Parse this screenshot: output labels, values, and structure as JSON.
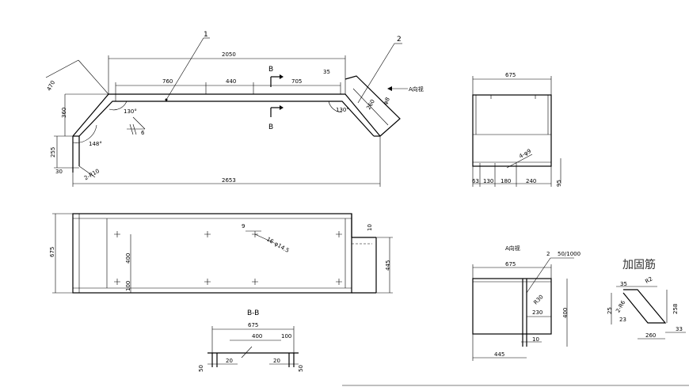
{
  "part_labels": {
    "p1": "1",
    "p2": "2"
  },
  "section": {
    "b_top": "B",
    "b_bottom": "B",
    "title": "B-B"
  },
  "view_a": {
    "arrow_label": "A向视",
    "title": "A向视"
  },
  "top_view": {
    "d_2050": "2050",
    "d_760": "760",
    "d_440": "440",
    "d_705": "705",
    "d_35": "35",
    "d_470": "470",
    "d_360": "360",
    "d_255": "255",
    "d_30": "30",
    "d_2653": "2653",
    "d_2_r10": "2-R10",
    "a_130_left": "130°",
    "a_130_right": "130°",
    "a_148": "148°",
    "weld_6": "6",
    "d_phi8": "φ8",
    "d_260": "260"
  },
  "plan_view": {
    "d_675": "675",
    "d_400": "400",
    "d_100": "100",
    "d_9": "9",
    "d_10": "10",
    "d_445": "445",
    "d_holes": "16-φ14.5"
  },
  "side_view": {
    "d_675": "675",
    "d_63": "63",
    "d_130": "130",
    "d_180": "180",
    "d_240": "240",
    "d_95": "95",
    "d_4phi9": "4-φ9"
  },
  "bb_view": {
    "d_675": "675",
    "d_400": "400",
    "d_100": "100",
    "d_20a": "20",
    "d_20b": "20",
    "d_50a": "50",
    "d_50b": "50"
  },
  "a_view": {
    "d_675": "675",
    "d_2": "2",
    "d_ratio": "50/1000",
    "d_r30": "R30",
    "d_230": "230",
    "d_400": "400",
    "d_10": "10",
    "d_445": "445"
  },
  "rib": {
    "title": "加固筋",
    "d_35": "35",
    "d_r2": "R2",
    "d_25": "25",
    "d_2_r6": "2-R6",
    "d_23": "23",
    "d_258": "258",
    "d_260": "260",
    "d_33": "33"
  }
}
